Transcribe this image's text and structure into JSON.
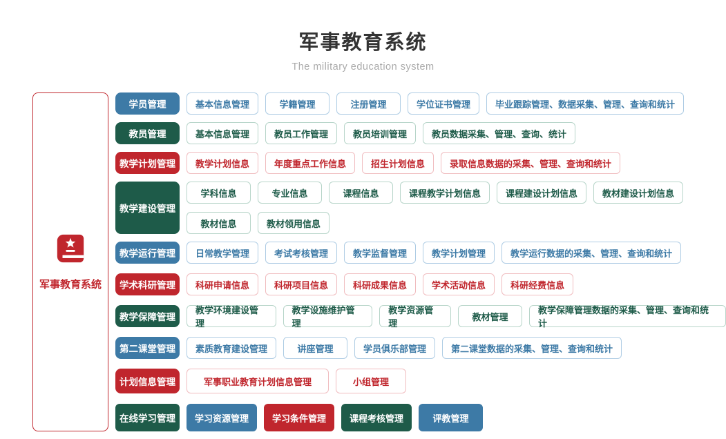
{
  "header": {
    "title": "军事教育系统",
    "subtitle": "The military education system"
  },
  "root_node": {
    "label": "军事教育系统",
    "icon": "book-star-icon",
    "color": "#c0262d"
  },
  "palette": {
    "blue": "#3d7aa6",
    "green": "#1e5b49",
    "red": "#c0262d",
    "blue_border": "#aecce4",
    "green_border": "#b7d5c9",
    "red_border": "#f0bcbf",
    "title_color": "#333333",
    "subtitle_color": "#aaaaaa"
  },
  "rows": [
    {
      "category": "学员管理",
      "color": "blue",
      "items": [
        "基本信息管理",
        "学籍管理",
        "注册管理",
        "学位证书管理",
        "毕业跟踪管理、数据采集、管理、查询和统计"
      ]
    },
    {
      "category": "教员管理",
      "color": "green",
      "items": [
        "基本信息管理",
        "教员工作管理",
        "教员培训管理",
        "教员数据采集、管理、查询、统计"
      ]
    },
    {
      "category": "教学计划管理",
      "color": "red",
      "items": [
        "教学计划信息",
        "年度重点工作信息",
        "招生计划信息",
        "录取信息数据的采集、管理、查询和统计"
      ]
    },
    {
      "category": "教学建设管理",
      "color": "green",
      "lines": [
        [
          "学科信息",
          "专业信息",
          "课程信息",
          "课程教学计划信息",
          "课程建设计划信息",
          "教材建设计划信息"
        ],
        [
          "教材信息",
          "教材领用信息"
        ]
      ]
    },
    {
      "category": "教学运行管理",
      "color": "blue",
      "items": [
        "日常教学管理",
        "考试考核管理",
        "教学监督管理",
        "教学计划管理",
        "教学运行数据的采集、管理、查询和统计"
      ]
    },
    {
      "category": "学术科研管理",
      "color": "red",
      "items": [
        "科研申请信息",
        "科研项目信息",
        "科研成果信息",
        "学术活动信息",
        "科研经费信息"
      ]
    },
    {
      "category": "教学保障管理",
      "color": "green",
      "items": [
        "教学环境建设管理",
        "教学设施维护管理",
        "教学资源管理",
        "教材管理",
        "教学保障管理数据的采集、管理、查询和统计"
      ]
    },
    {
      "category": "第二课堂管理",
      "color": "blue",
      "items": [
        "素质教育建设管理",
        "讲座管理",
        "学员俱乐部管理",
        "第二课堂数据的采集、管理、查询和统计"
      ]
    },
    {
      "category": "计划信息管理",
      "color": "red",
      "items": [
        "军事职业教育计划信息管理",
        "小组管理"
      ]
    },
    {
      "category": "在线学习管理",
      "color": "green",
      "solid_items": [
        {
          "label": "学习资源管理",
          "color": "blue"
        },
        {
          "label": "学习条件管理",
          "color": "red"
        },
        {
          "label": "课程考核管理",
          "color": "green"
        },
        {
          "label": "评教管理",
          "color": "blue"
        }
      ]
    }
  ]
}
